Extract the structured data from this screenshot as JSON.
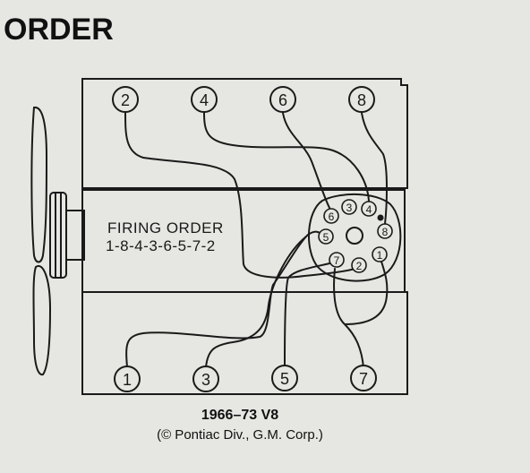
{
  "heading": "ORDER",
  "diagram": {
    "firing_order_label": "FIRING ORDER",
    "firing_order_sequence": "1-8-4-3-6-5-7-2",
    "title": "1966–73 V8",
    "credit": "(© Pontiac Div., G.M. Corp.)",
    "top_cylinders": [
      "2",
      "4",
      "6",
      "8"
    ],
    "bottom_cylinders": [
      "1",
      "3",
      "5",
      "7"
    ],
    "distributor_terminals": [
      "6",
      "3",
      "4",
      "8",
      "5",
      "7",
      "2",
      "1"
    ]
  },
  "colors": {
    "background": "#e6e6e2",
    "ink": "#1a1a1a"
  }
}
